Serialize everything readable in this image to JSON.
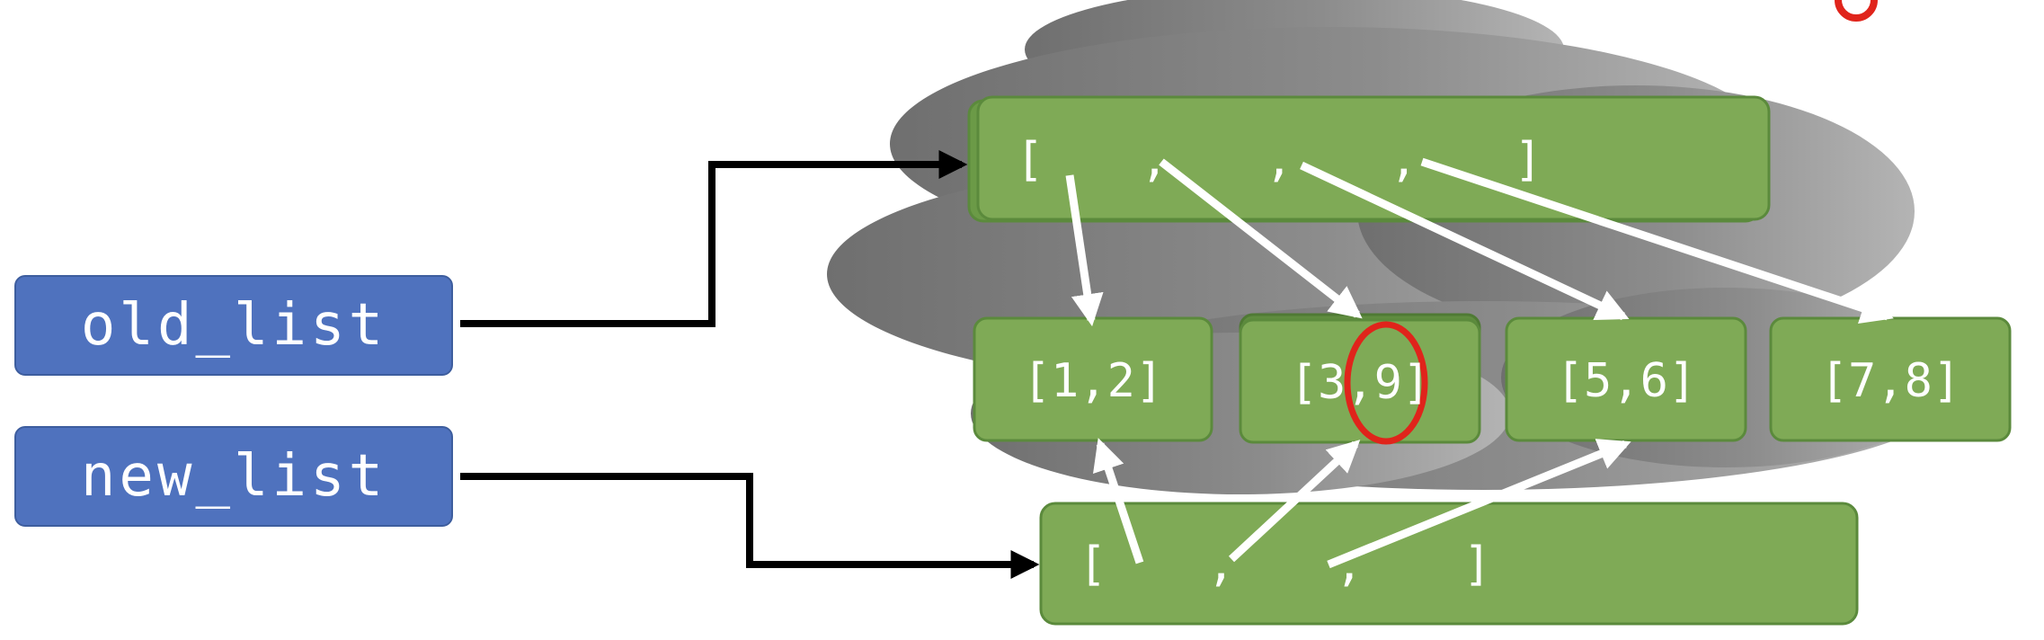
{
  "old_list_label": "old_list",
  "new_list_label": "new_list",
  "outer_old_text": "[ , , , ]",
  "outer_new_text": "[ , , ]",
  "inner_lists": [
    "[1,2]",
    "[3,9]",
    "[5,6]",
    "[7,8]"
  ],
  "colors": {
    "variable_box": "#4f72be",
    "list_box": "#7faa56",
    "list_border": "#5b8a3c",
    "cloud_dark": "#7a7a7a",
    "cloud_light": "#a8a8a8",
    "highlight": "#e0241b",
    "reference_arrow": "#000000",
    "pointer_arrow": "#ffffff"
  }
}
